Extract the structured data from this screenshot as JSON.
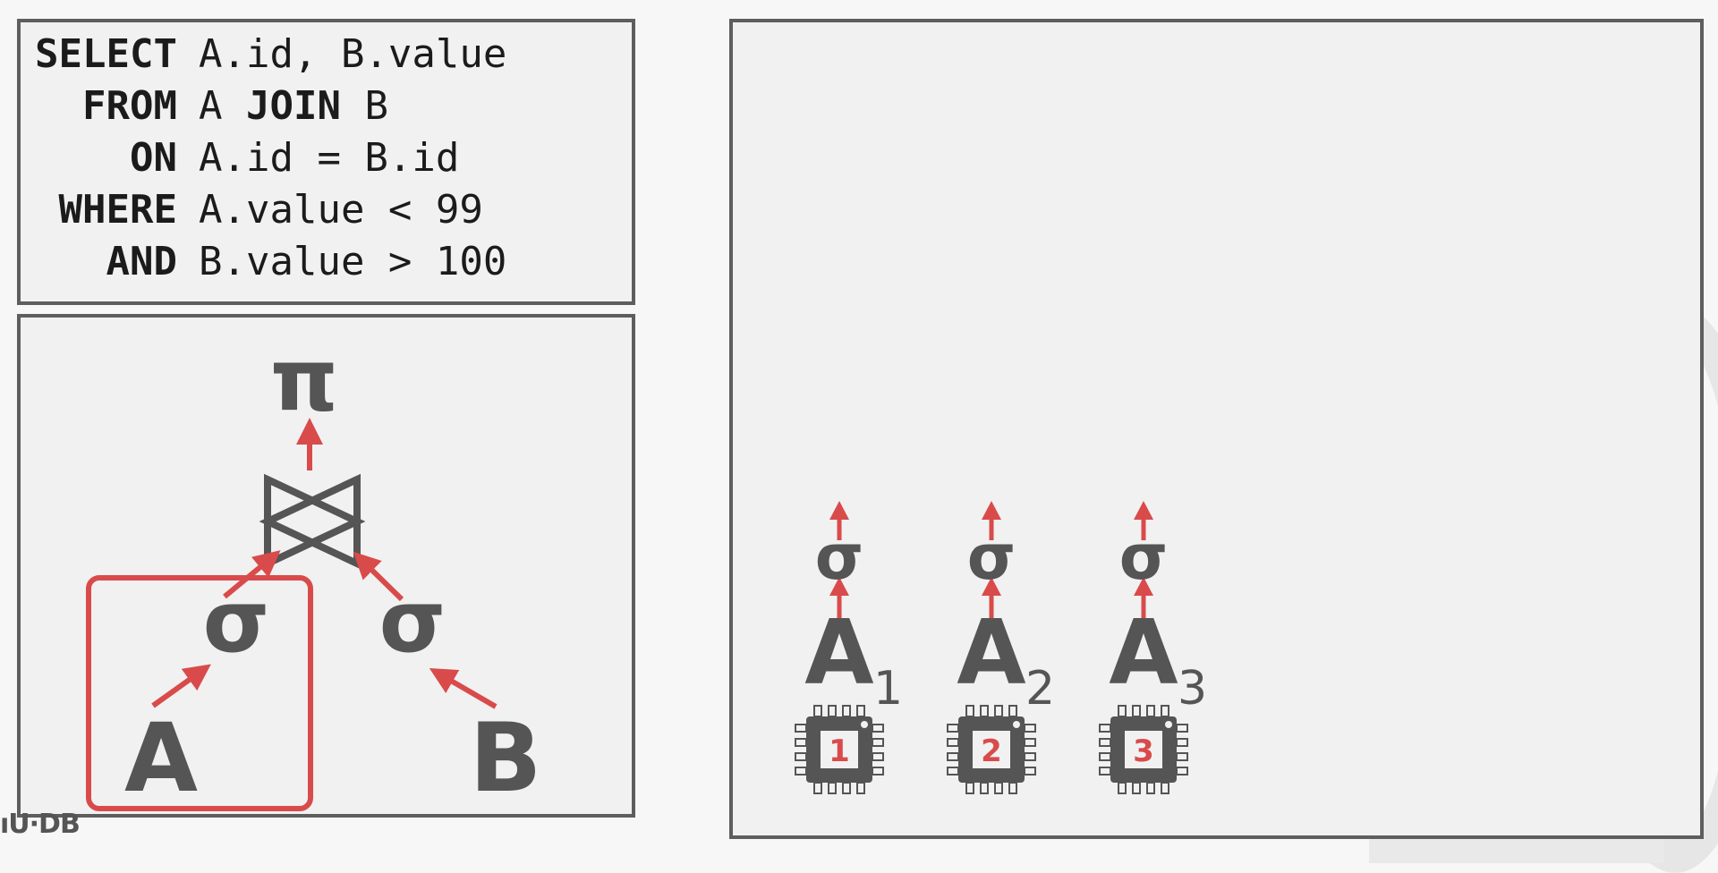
{
  "sql": {
    "lines": [
      {
        "kw": "SELECT",
        "rest": "A.id, B.value"
      },
      {
        "kw": "FROM",
        "rest": "A <b>JOIN</b> B"
      },
      {
        "kw": "ON",
        "rest": "A.id = B.id"
      },
      {
        "kw": "WHERE",
        "rest": "A.value < 99"
      },
      {
        "kw": "AND",
        "rest": "B.value > 100"
      }
    ]
  },
  "plan": {
    "projection": "π",
    "join": "⋈",
    "select_left": "σ",
    "select_right": "σ",
    "table_a": "A",
    "table_b": "B"
  },
  "parallel": {
    "workers": [
      {
        "select": "σ",
        "table": "A",
        "index": "1",
        "core": "1"
      },
      {
        "select": "σ",
        "table": "A",
        "index": "2",
        "core": "2"
      },
      {
        "select": "σ",
        "table": "A",
        "index": "3",
        "core": "3"
      }
    ]
  },
  "footer": {
    "logo": "ıU·DB"
  },
  "colors": {
    "accent": "#d94b4b",
    "ink": "#555555",
    "border": "#5e5e5e"
  }
}
